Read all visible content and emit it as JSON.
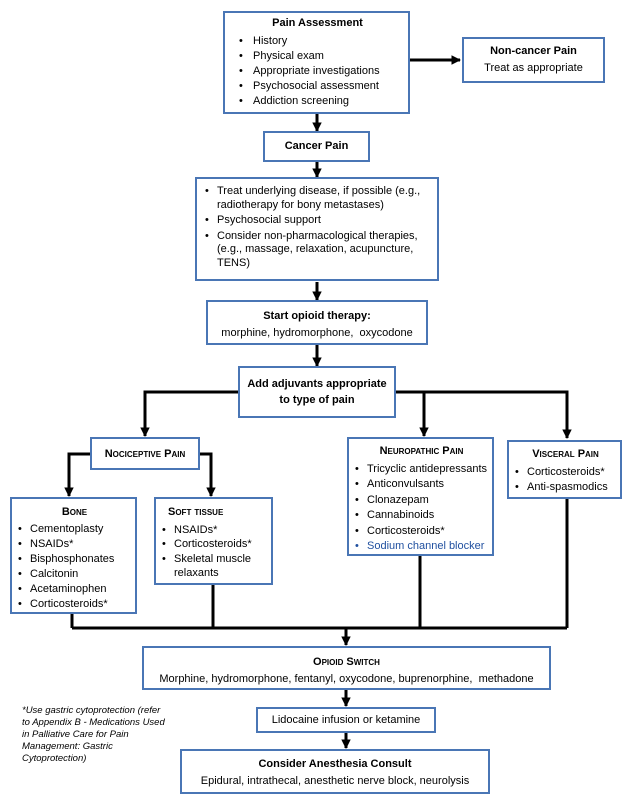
{
  "pain_assessment": {
    "title": "Pain Assessment",
    "items": [
      "History",
      "Physical exam",
      "Appropriate investigations",
      "Psychosocial assessment",
      "Addiction screening"
    ]
  },
  "non_cancer": {
    "title": "Non-cancer Pain",
    "text": "Treat as appropriate"
  },
  "cancer_pain": {
    "title": "Cancer Pain"
  },
  "treat_box": {
    "items": [
      "Treat underlying disease, if possible (e.g., radiotherapy for bony metastases)",
      "Psychosocial support",
      "Consider non-pharmacological therapies, (e.g., massage, relaxation, acupuncture, TENS)"
    ]
  },
  "opioid_start": {
    "title": "Start opioid therapy:",
    "text": "morphine, hydromorphone,  oxycodone"
  },
  "adjuvants": {
    "title_line1": "Add adjuvants appropriate",
    "title_line2": "to type of pain"
  },
  "nociceptive": {
    "title": "Nociceptive Pain"
  },
  "bone": {
    "title": "Bone",
    "items": [
      "Cementoplasty",
      "NSAIDs*",
      "Bisphosphonates",
      "Calcitonin",
      "Acetaminophen",
      "Corticosteroids*"
    ]
  },
  "soft_tissue": {
    "title": "Soft tissue",
    "items": [
      "NSAIDs*",
      "Corticosteroids*",
      "Skeletal muscle relaxants"
    ]
  },
  "neuropathic": {
    "title": "Neuropathic Pain",
    "items": [
      "Tricyclic antidepressants",
      "Anticonvulsants",
      "Clonazepam",
      "Cannabinoids",
      "Corticosteroids*",
      "Sodium channel blocker"
    ]
  },
  "visceral": {
    "title": "Visceral Pain",
    "items": [
      "Corticosteroids*",
      "Anti-spasmodics"
    ]
  },
  "opioid_switch": {
    "title": "Opioid Switch",
    "text": "Morphine, hydromorphone, fentanyl, oxycodone, buprenorphine,  methadone"
  },
  "lidocaine": {
    "text": "Lidocaine infusion or ketamine"
  },
  "anesthesia": {
    "title": "Consider Anesthesia Consult",
    "text": "Epidural, intrathecal, anesthetic nerve block, neurolysis"
  },
  "footnote": "*Use gastric cytoprotection (refer to Appendix B - Medications Used in Palliative Care for Pain Management: Gastric Cytoprotection)",
  "colors": {
    "box_border": "#4a76b5",
    "connector": "#000000",
    "link_text": "#1f4f9f"
  }
}
